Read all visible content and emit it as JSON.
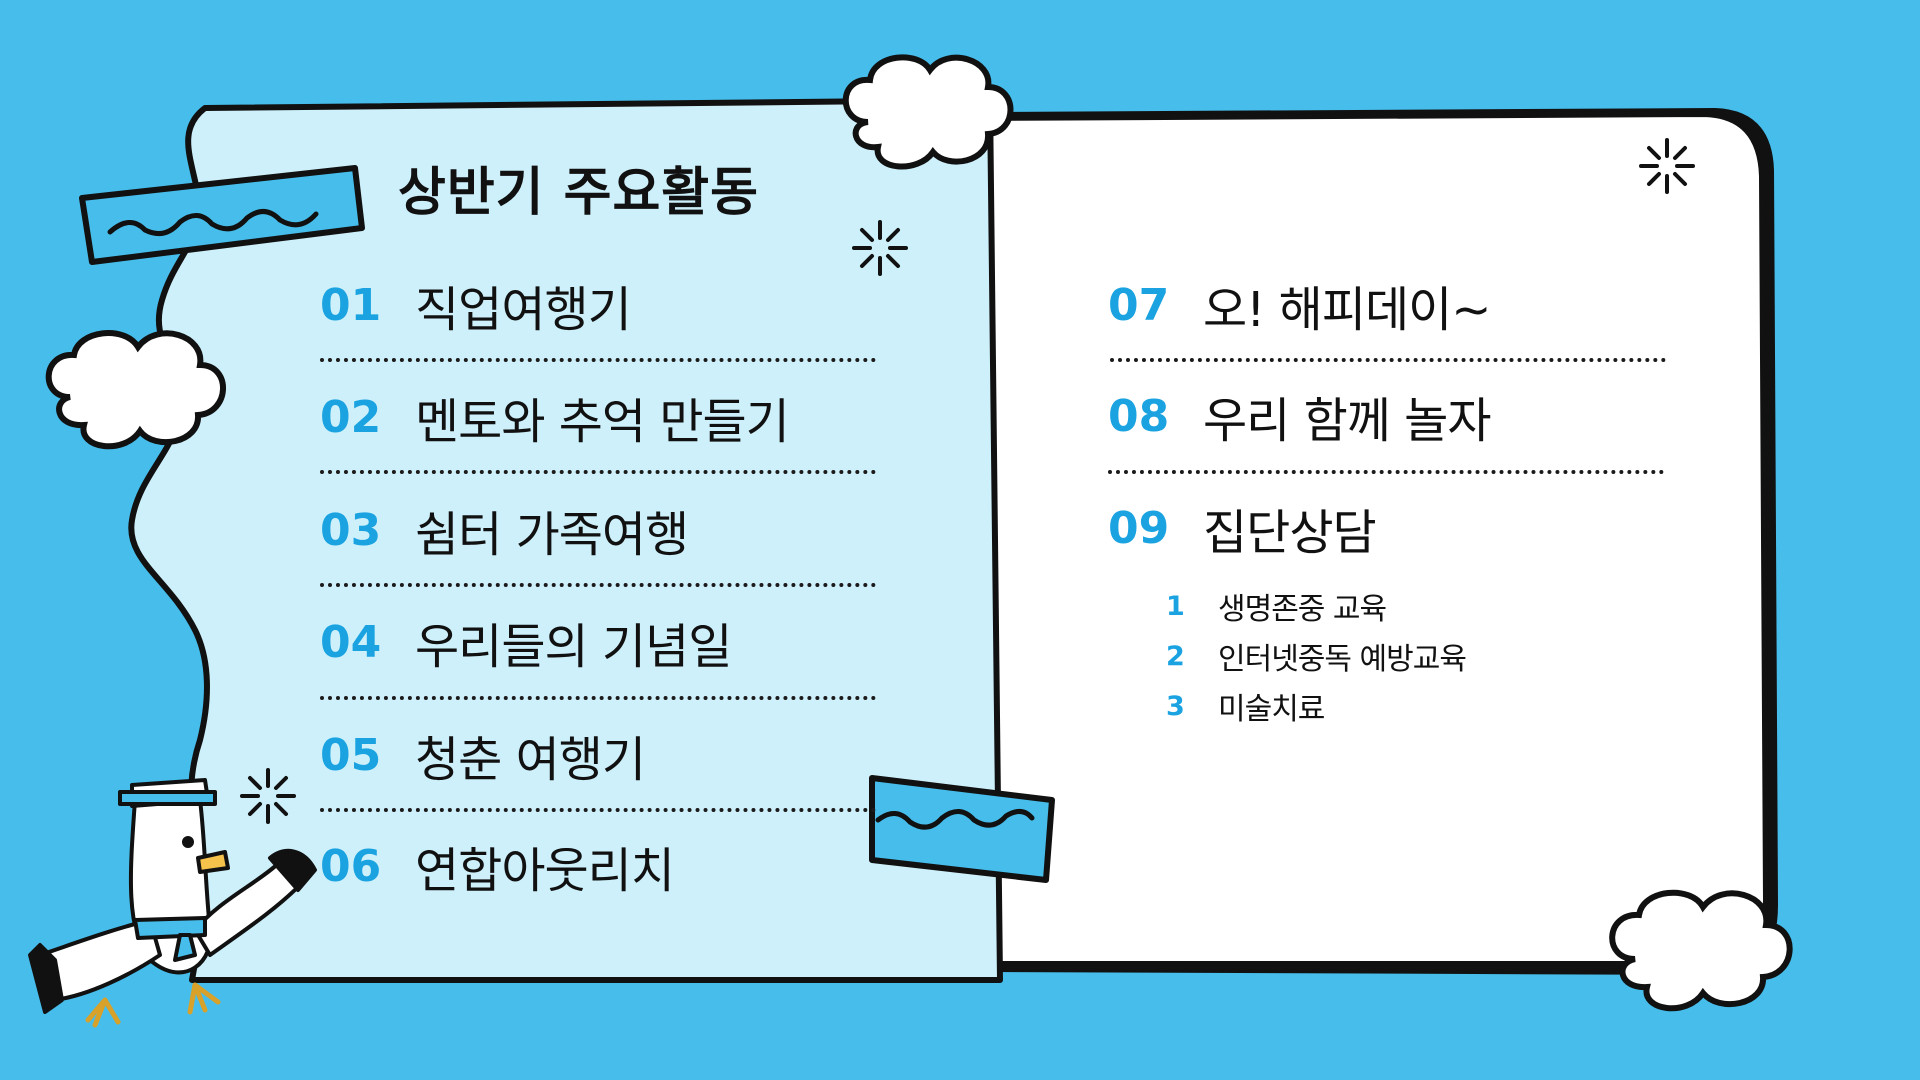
{
  "title": "상반기 주요활동",
  "left_items": [
    {
      "num": "01",
      "label": "직업여행기"
    },
    {
      "num": "02",
      "label": "멘토와 추억 만들기"
    },
    {
      "num": "03",
      "label": "쉼터 가족여행"
    },
    {
      "num": "04",
      "label": "우리들의 기념일"
    },
    {
      "num": "05",
      "label": "청춘 여행기"
    },
    {
      "num": "06",
      "label": "연합아웃리치"
    }
  ],
  "right_items": [
    {
      "num": "07",
      "label": "오! 해피데이~"
    },
    {
      "num": "08",
      "label": "우리 함께 놀자"
    },
    {
      "num": "09",
      "label": "집단상담"
    }
  ],
  "sub_items": [
    {
      "num": "1",
      "label": "생명존중 교육"
    },
    {
      "num": "2",
      "label": "인터넷중독 예방교육"
    },
    {
      "num": "3",
      "label": "미술치료"
    }
  ],
  "colors": {
    "background": "#46bdeb",
    "left_panel": "#cdf0fb",
    "right_panel": "#ffffff",
    "accent": "#1aa3e0",
    "outline": "#111111"
  },
  "icons": [
    "cloud-icon",
    "sparkle-icon",
    "tape-icon",
    "seagull-mascot"
  ]
}
